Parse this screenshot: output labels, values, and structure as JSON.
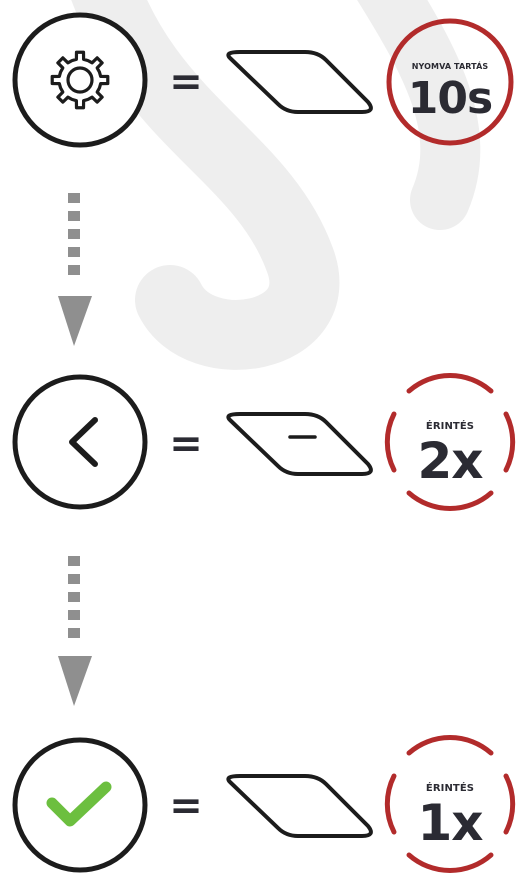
{
  "colors": {
    "outline": "#1c1c1c",
    "accent_red": "#b22b2b",
    "check_green": "#6cbf3f",
    "arrow_gray": "#8f8f8f",
    "watermark_gray": "#eeeeee",
    "text_dark": "#2b2b33"
  },
  "steps": [
    {
      "icon": "gear-icon",
      "equals": "=",
      "pad": "plain-touch-pad",
      "action_label": "NYOMVA TARTÁS",
      "action_value": "10s"
    },
    {
      "icon": "chevron-left-icon",
      "equals": "=",
      "pad": "double-tap-pad",
      "action_label": "ÉRINTÉS",
      "action_value": "2x"
    },
    {
      "icon": "checkmark-icon",
      "equals": "=",
      "pad": "single-tap-pad",
      "action_label": "ÉRINTÉS",
      "action_value": "1x"
    }
  ],
  "arrows": [
    {
      "icon": "dotted-down-arrow-icon"
    },
    {
      "icon": "dotted-down-arrow-icon"
    }
  ]
}
